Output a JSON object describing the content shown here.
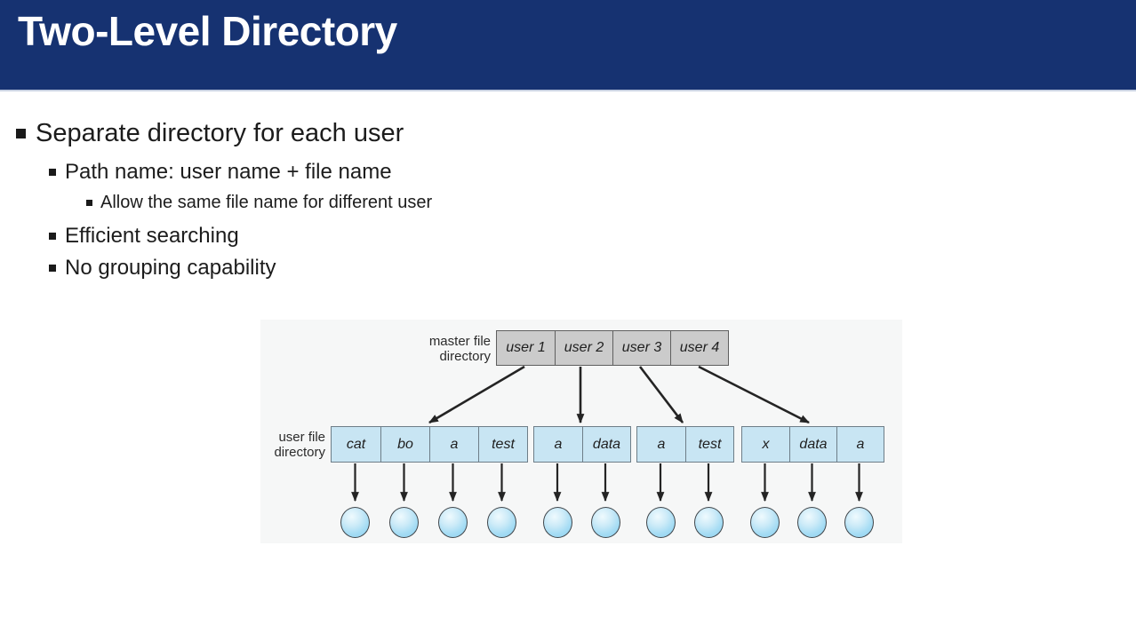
{
  "slide": {
    "title": "Two-Level Directory",
    "colors": {
      "header_bg": "#163271",
      "header_edge": "#c9d2e2",
      "mfd_fill": "#cbcbcb",
      "ufd_fill": "#c8e5f3",
      "arrow": "#242424",
      "sphere_fill": "#a5dcf4"
    },
    "bullets": [
      {
        "text": "Separate directory for each user",
        "sub": [
          {
            "text": "Path name: user name + file name",
            "sub": [
              {
                "text": "Allow the same file name for different user"
              }
            ]
          },
          {
            "text": "Efficient searching"
          },
          {
            "text": "No grouping capability"
          }
        ]
      }
    ],
    "diagram": {
      "mfd_label": "master file\ndirectory",
      "ufd_label": "user file\ndirectory",
      "mfd_cells": [
        "user 1",
        "user 2",
        "user 3",
        "user 4"
      ],
      "ufd_groups": [
        [
          "cat",
          "bo",
          "a",
          "test"
        ],
        [
          "a",
          "data"
        ],
        [
          "a",
          "test"
        ],
        [
          "x",
          "data",
          "a"
        ]
      ]
    }
  }
}
